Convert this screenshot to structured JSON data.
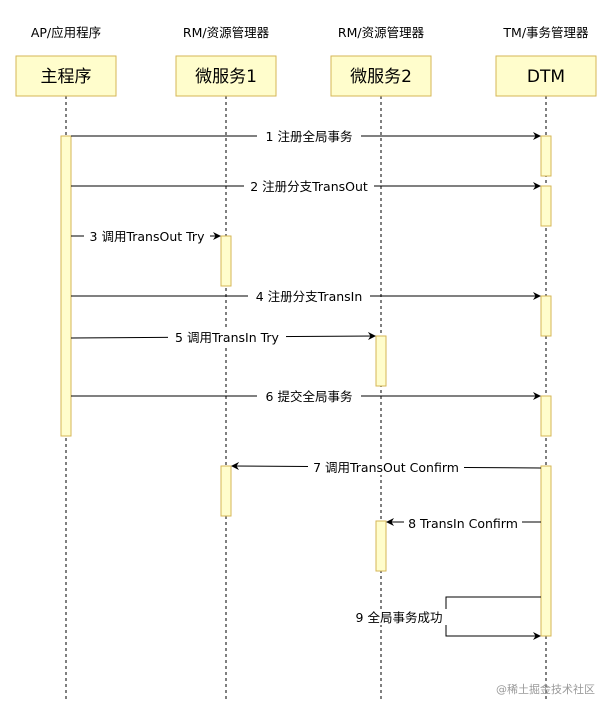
{
  "participants": [
    {
      "id": "main",
      "role": "AP/应用程序",
      "label": "主程序"
    },
    {
      "id": "svc1",
      "role": "RM/资源管理器",
      "label": "微服务1"
    },
    {
      "id": "svc2",
      "role": "RM/资源管理器",
      "label": "微服务2"
    },
    {
      "id": "dtm",
      "role": "TM/事务管理器",
      "label": "DTM"
    }
  ],
  "messages": [
    {
      "label": "1 注册全局事务",
      "from": "main",
      "to": "dtm"
    },
    {
      "label": "2 注册分支TransOut",
      "from": "main",
      "to": "dtm"
    },
    {
      "label": "3 调用TransOut Try",
      "from": "main",
      "to": "svc1"
    },
    {
      "label": "4 注册分支TransIn",
      "from": "main",
      "to": "dtm"
    },
    {
      "label": "5 调用TransIn Try",
      "from": "main",
      "to": "svc2"
    },
    {
      "label": "6 提交全局事务",
      "from": "main",
      "to": "dtm"
    },
    {
      "label": "7 调用TransOut Confirm",
      "from": "dtm",
      "to": "svc1"
    },
    {
      "label": "8 TransIn Confirm",
      "from": "dtm",
      "to": "svc2"
    },
    {
      "label": "9 全局事务成功",
      "from": "dtm",
      "to": "dtm"
    }
  ],
  "colors": {
    "box_fill": "#fffdcc",
    "box_stroke": "#d6b656",
    "line": "#000000",
    "lifeline": "#000000"
  },
  "watermark": "@稀土掘金技术社区"
}
